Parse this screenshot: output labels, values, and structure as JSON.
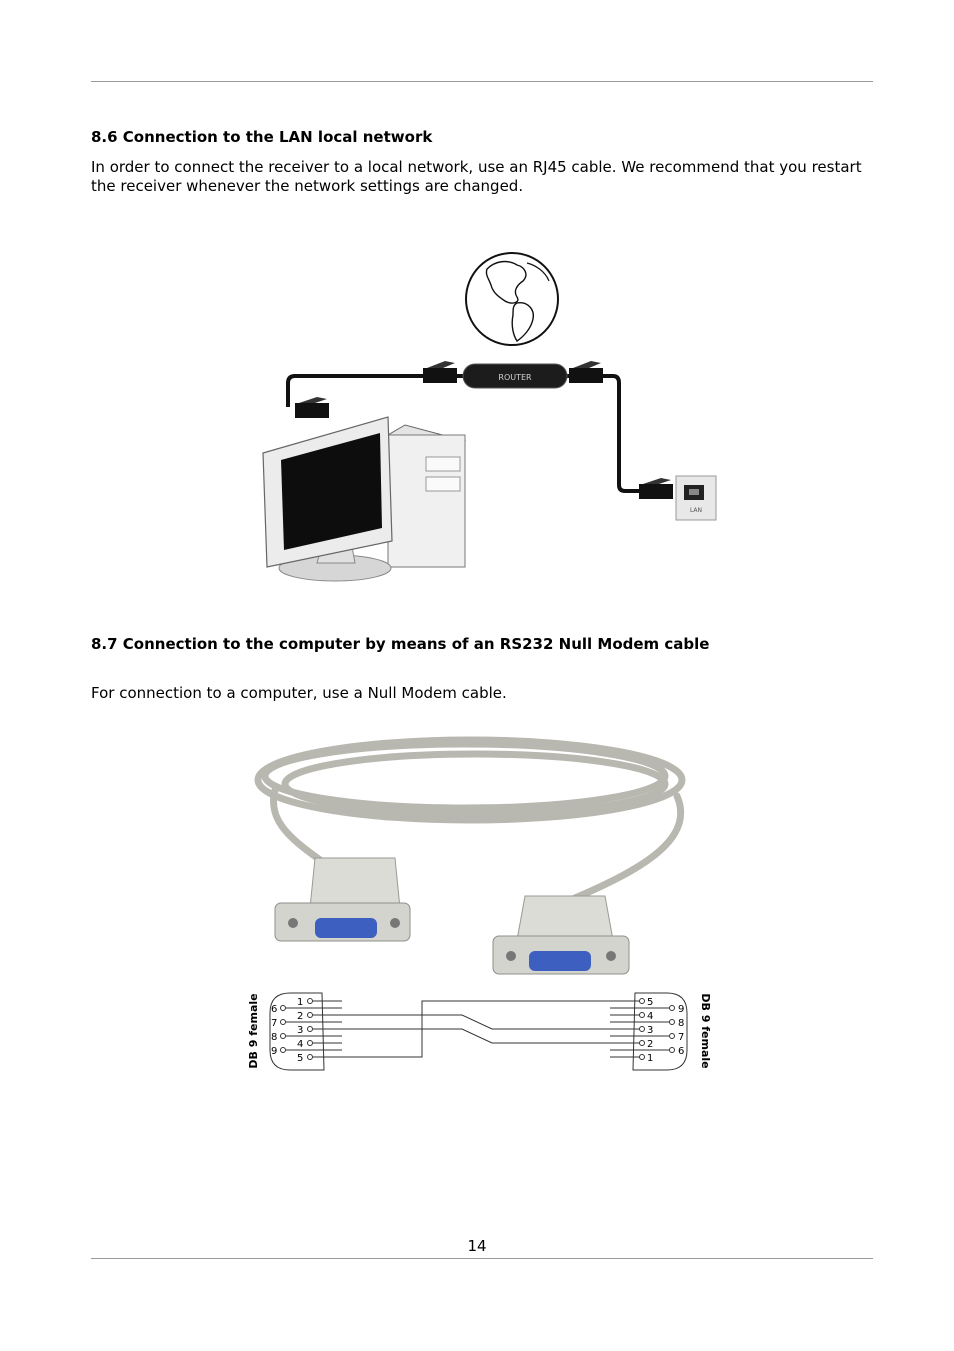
{
  "section_lan": {
    "heading": "8.6 Connection to the LAN local network",
    "text": "In order to connect the receiver to a local network, use an RJ45 cable. We recommend that you restart the receiver whenever the network settings are changed.",
    "router_label": "ROUTER",
    "lan_label": "LAN"
  },
  "section_rs232": {
    "heading": "8.7 Connection to the computer by means of an RS232 Null Modem cable",
    "text": "For connection to a computer, use a Null Modem cable.",
    "connector_left_label": "DB 9 female",
    "connector_right_label": "DB 9 female",
    "left_pins_main": [
      "1",
      "2",
      "3",
      "4",
      "5"
    ],
    "left_pins_side": [
      "6",
      "7",
      "8",
      "9"
    ],
    "right_pins_main": [
      "5",
      "4",
      "3",
      "2",
      "1"
    ],
    "right_pins_side": [
      "9",
      "8",
      "7",
      "6"
    ]
  },
  "footer": {
    "page_number": "14"
  }
}
